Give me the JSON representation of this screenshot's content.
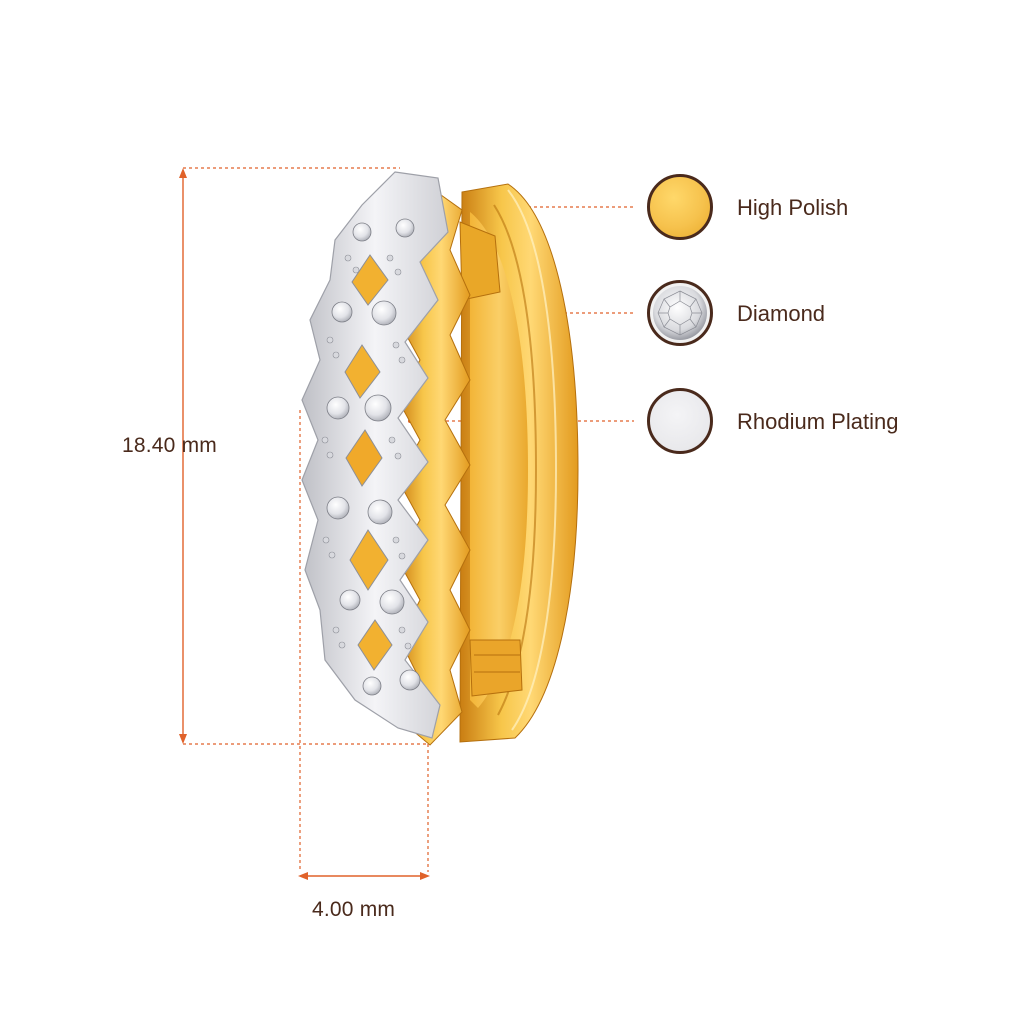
{
  "dimensions": {
    "height_label": "18.40 mm",
    "width_label": "4.00 mm"
  },
  "legend": {
    "high_polish": "High Polish",
    "diamond": "Diamond",
    "rhodium_plating": "Rhodium Plating"
  },
  "colors": {
    "dimension_line": "#e0622a",
    "text": "#4a2a1c",
    "gold": "#f2b130",
    "white_gold": "#e6e6ea"
  }
}
